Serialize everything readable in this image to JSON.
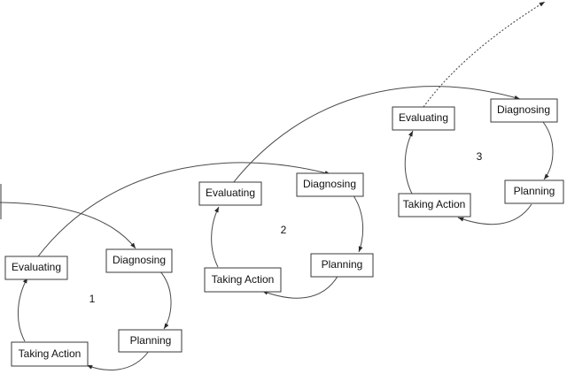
{
  "cycles": [
    {
      "number": "1",
      "steps": {
        "diagnosing": "Diagnosing",
        "planning": "Planning",
        "taking_action": "Taking Action",
        "evaluating": "Evaluating"
      }
    },
    {
      "number": "2",
      "steps": {
        "diagnosing": "Diagnosing",
        "planning": "Planning",
        "taking_action": "Taking Action",
        "evaluating": "Evaluating"
      }
    },
    {
      "number": "3",
      "steps": {
        "diagnosing": "Diagnosing",
        "planning": "Planning",
        "taking_action": "Taking Action",
        "evaluating": "Evaluating"
      }
    }
  ]
}
